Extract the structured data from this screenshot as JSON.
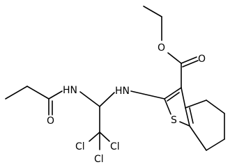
{
  "molecule": {
    "atoms": {
      "ether_o": "O",
      "carbonyl_o_ester": "O",
      "carbonyl_o_amide": "O",
      "amide_nh": "H​N",
      "amine_nh": "H​N",
      "sulfur": "S",
      "cl_left": "Cl",
      "cl_right": "Cl",
      "cl_bottom": "Cl"
    },
    "colors": {
      "bond": "#000000",
      "text": "#000000",
      "background": "#ffffff"
    }
  }
}
